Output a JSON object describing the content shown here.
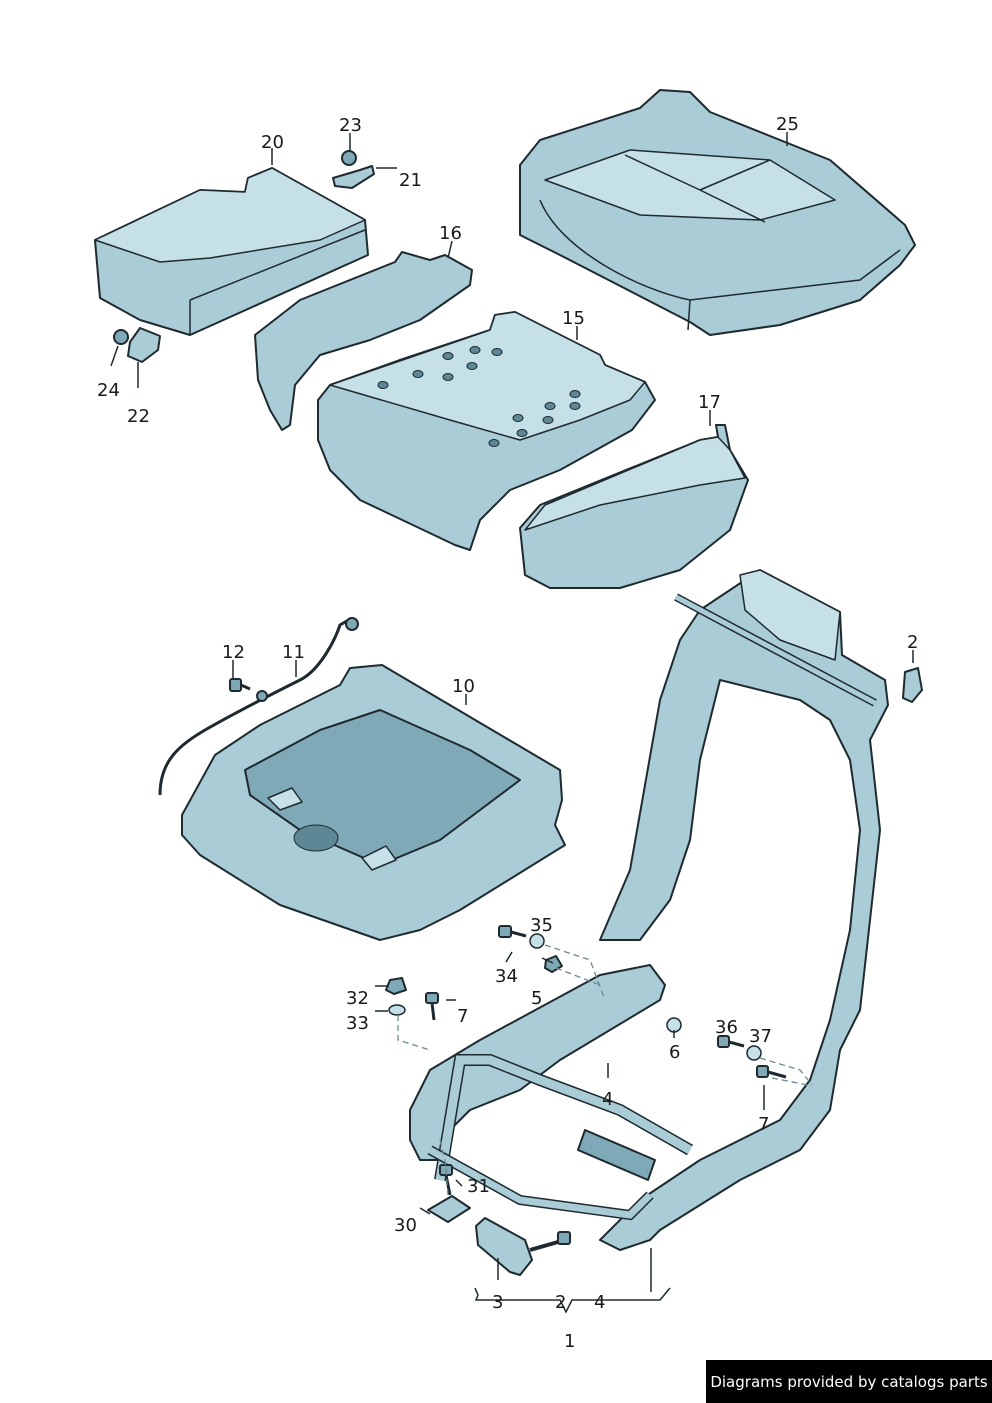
{
  "labels": {
    "l1": "1",
    "l2a": "2",
    "l2b": "2",
    "l3": "3",
    "l4a": "4",
    "l4b": "4",
    "l5": "5",
    "l6": "6",
    "l7a": "7",
    "l7b": "7",
    "l10": "10",
    "l11": "11",
    "l12": "12",
    "l15": "15",
    "l16": "16",
    "l17": "17",
    "l20": "20",
    "l21": "21",
    "l22": "22",
    "l23": "23",
    "l24": "24",
    "l25": "25",
    "l30": "30",
    "l31": "31",
    "l32": "32",
    "l33": "33",
    "l34": "34",
    "l35": "35",
    "l36": "36",
    "l37": "37"
  },
  "credit": "Diagrams provided by catalogs parts",
  "colors": {
    "part": "#a9ccd6",
    "outline": "#1e2a30",
    "label": "#1a1a1a"
  }
}
